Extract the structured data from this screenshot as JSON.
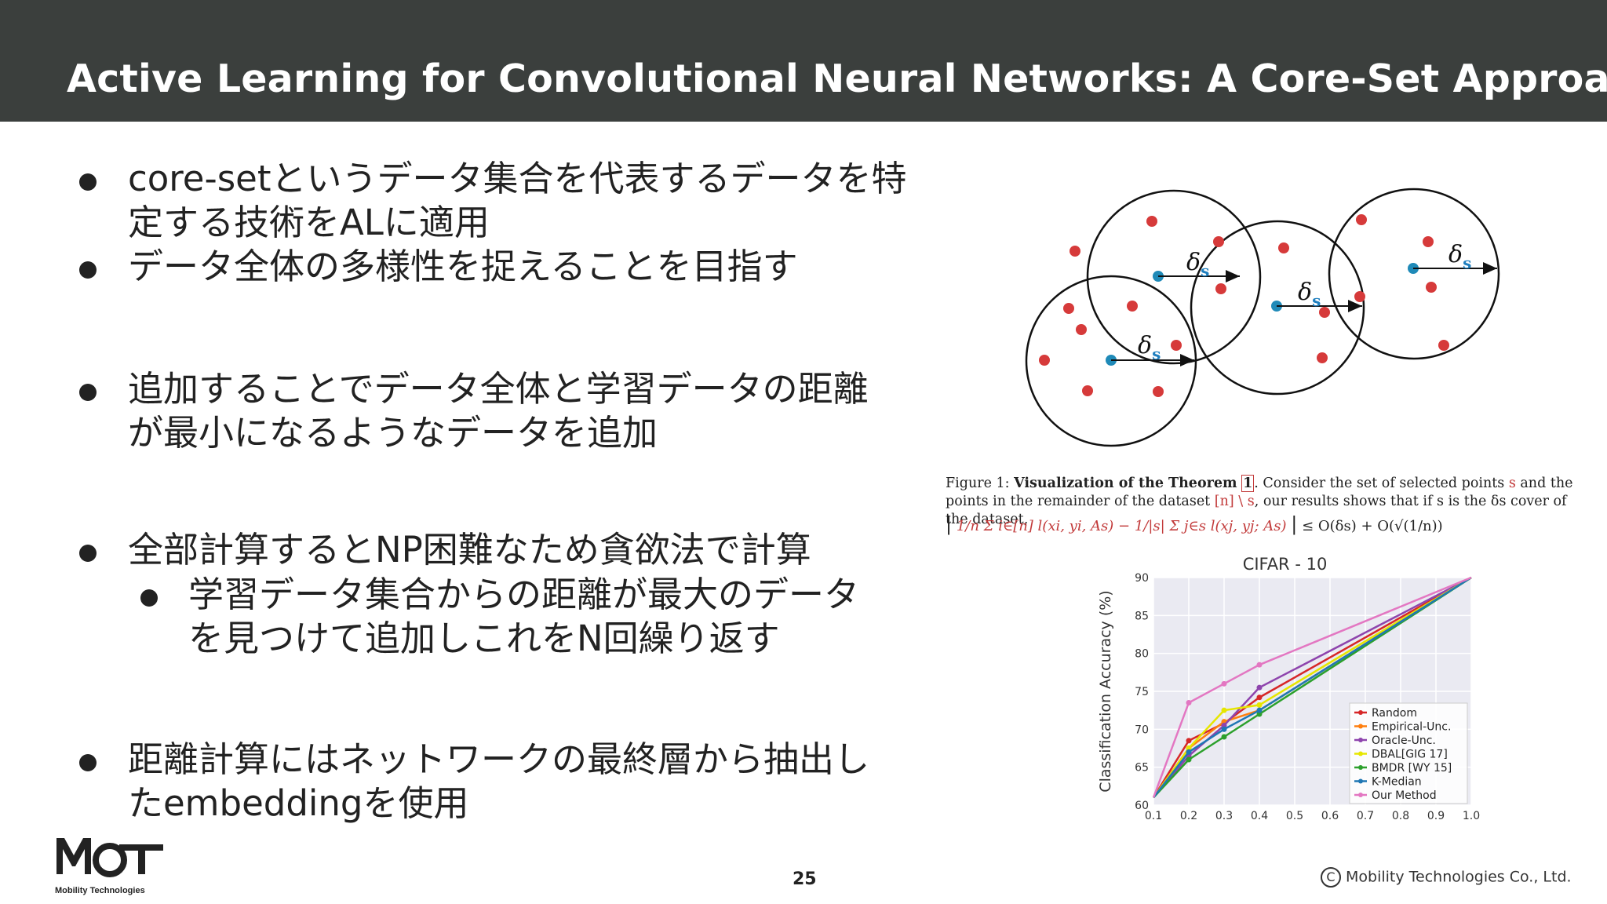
{
  "header": {
    "title": "Active Learning for Convolutional Neural Networks: A Core-Set Approach"
  },
  "bullets": [
    {
      "lines": [
        "core-setというデータ集合を代表するデータを特",
        "定する技術をALに適用"
      ]
    },
    {
      "lines": [
        "データ全体の多様性を捉えることを目指す"
      ]
    },
    {
      "lines": [
        "追加することでデータ全体と学習データの距離",
        "が最小になるようなデータを追加"
      ]
    },
    {
      "lines": [
        "全部計算するとNP困難なため貪欲法で計算"
      ]
    },
    {
      "lines": [
        "学習データ集合からの距離が最大のデータ",
        "を見つけて追加しこれをN回繰り返す"
      ],
      "sub": true
    },
    {
      "lines": [
        "距離計算にはネットワークの最終層から抽出し",
        "たembeddingを使用"
      ]
    }
  ],
  "figure": {
    "delta_label": "δ",
    "delta_sub": "s",
    "caption_prefix": "Figure 1:",
    "caption_bold": "Visualization of the Theorem",
    "caption_ref": "1",
    "caption_rest1": ". Consider the set of selected points",
    "caption_s": "s",
    "caption_rest2": "and the points in the remainder of the dataset",
    "caption_set": "[n] \\ s",
    "caption_rest3": ", our results shows that if s is the δ",
    "caption_rest4": "s cover of the dataset,",
    "formula": "| 1/n Σ i∈[n] l(xi, yi, As) − 1/|s| Σ j∈s l(xj, yj; As) | ≤ O(δs) + O(√(1/n))",
    "formula_red": "1/n Σ i∈[n] l(xi, yi, As)  −  1/|s| Σ j∈s l(xj, yj; As)",
    "formula_black": "≤ O(δs) + O(√(1/n))"
  },
  "chart_data": {
    "type": "line",
    "title": "CIFAR - 10",
    "xlabel": "",
    "ylabel": "Classification Accuracy (%)",
    "xlim": [
      0.1,
      1.0
    ],
    "ylim": [
      60,
      90
    ],
    "xticks": [
      "0.1",
      "0.2",
      "0.3",
      "0.4",
      "0.5",
      "0.6",
      "0.7",
      "0.8",
      "0.9",
      "1.0"
    ],
    "yticks": [
      "60",
      "65",
      "70",
      "75",
      "80",
      "85",
      "90"
    ],
    "legend_position": "lower-right",
    "series": [
      {
        "name": "Random",
        "color": "#d62728",
        "x": [
          0.1,
          0.2,
          0.3,
          0.4,
          1.0
        ],
        "y": [
          61,
          68.5,
          70.8,
          74.2,
          90
        ]
      },
      {
        "name": "Empirical-Unc.",
        "color": "#ff7f0e",
        "x": [
          0.1,
          0.2,
          0.3,
          0.4,
          1.0
        ],
        "y": [
          61,
          67.5,
          71,
          72.5,
          90
        ]
      },
      {
        "name": "Oracle-Unc.",
        "color": "#8e44ad",
        "x": [
          0.1,
          0.2,
          0.3,
          0.4,
          1.0
        ],
        "y": [
          61,
          66.5,
          70.5,
          75.5,
          90
        ]
      },
      {
        "name": "DBAL[GIG 17]",
        "color": "#e6e600",
        "x": [
          0.1,
          0.2,
          0.3,
          0.4,
          1.0
        ],
        "y": [
          61,
          67.5,
          72.5,
          73.2,
          90
        ]
      },
      {
        "name": "BMDR [WY 15]",
        "color": "#2ca02c",
        "x": [
          0.1,
          0.2,
          0.3,
          0.4,
          1.0
        ],
        "y": [
          61,
          66,
          69,
          72,
          90
        ]
      },
      {
        "name": "K-Median",
        "color": "#1f77b4",
        "x": [
          0.1,
          0.2,
          0.3,
          0.4,
          1.0
        ],
        "y": [
          61,
          67,
          70,
          72.5,
          90
        ]
      },
      {
        "name": "Our Method",
        "color": "#e377c2",
        "x": [
          0.1,
          0.2,
          0.3,
          0.4,
          1.0
        ],
        "y": [
          61,
          73.5,
          76,
          78.5,
          90
        ]
      }
    ]
  },
  "footer": {
    "logo_text": "MoT",
    "logo_sub": "Mobility Technologies",
    "page_number": "25",
    "copyright_symbol": "C",
    "copyright": "Mobility Technologies Co., Ltd."
  }
}
